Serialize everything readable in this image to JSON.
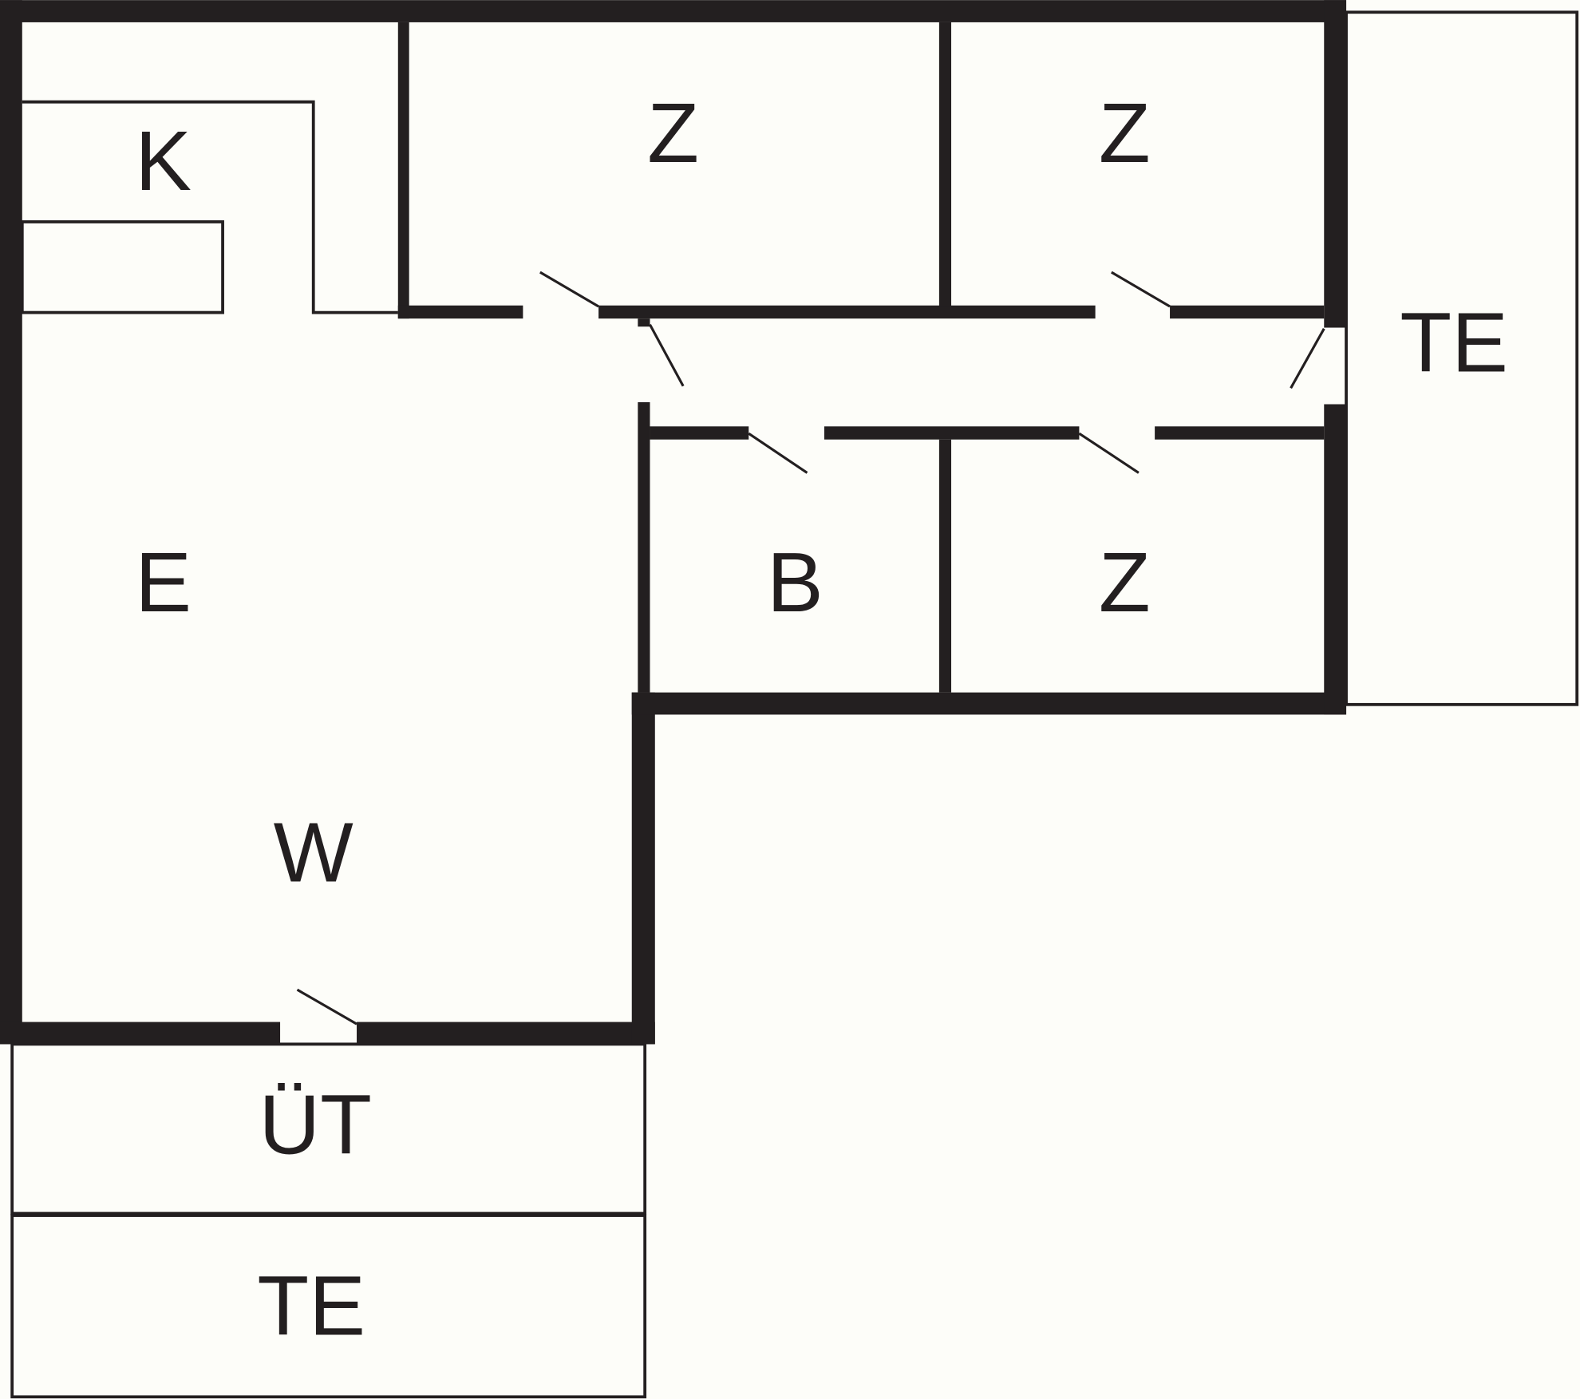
{
  "floor_plan": {
    "colors": {
      "wall": "#231f20",
      "background": "#fdfdf9"
    },
    "rooms": {
      "kitchen": "K",
      "bedroom_top_left": "Z",
      "bedroom_top_right": "Z",
      "terrace_right": "TE",
      "dining": "E",
      "bathroom": "B",
      "bedroom_bottom": "Z",
      "living": "W",
      "veranda": "ÜT",
      "terrace_bottom": "TE"
    }
  }
}
